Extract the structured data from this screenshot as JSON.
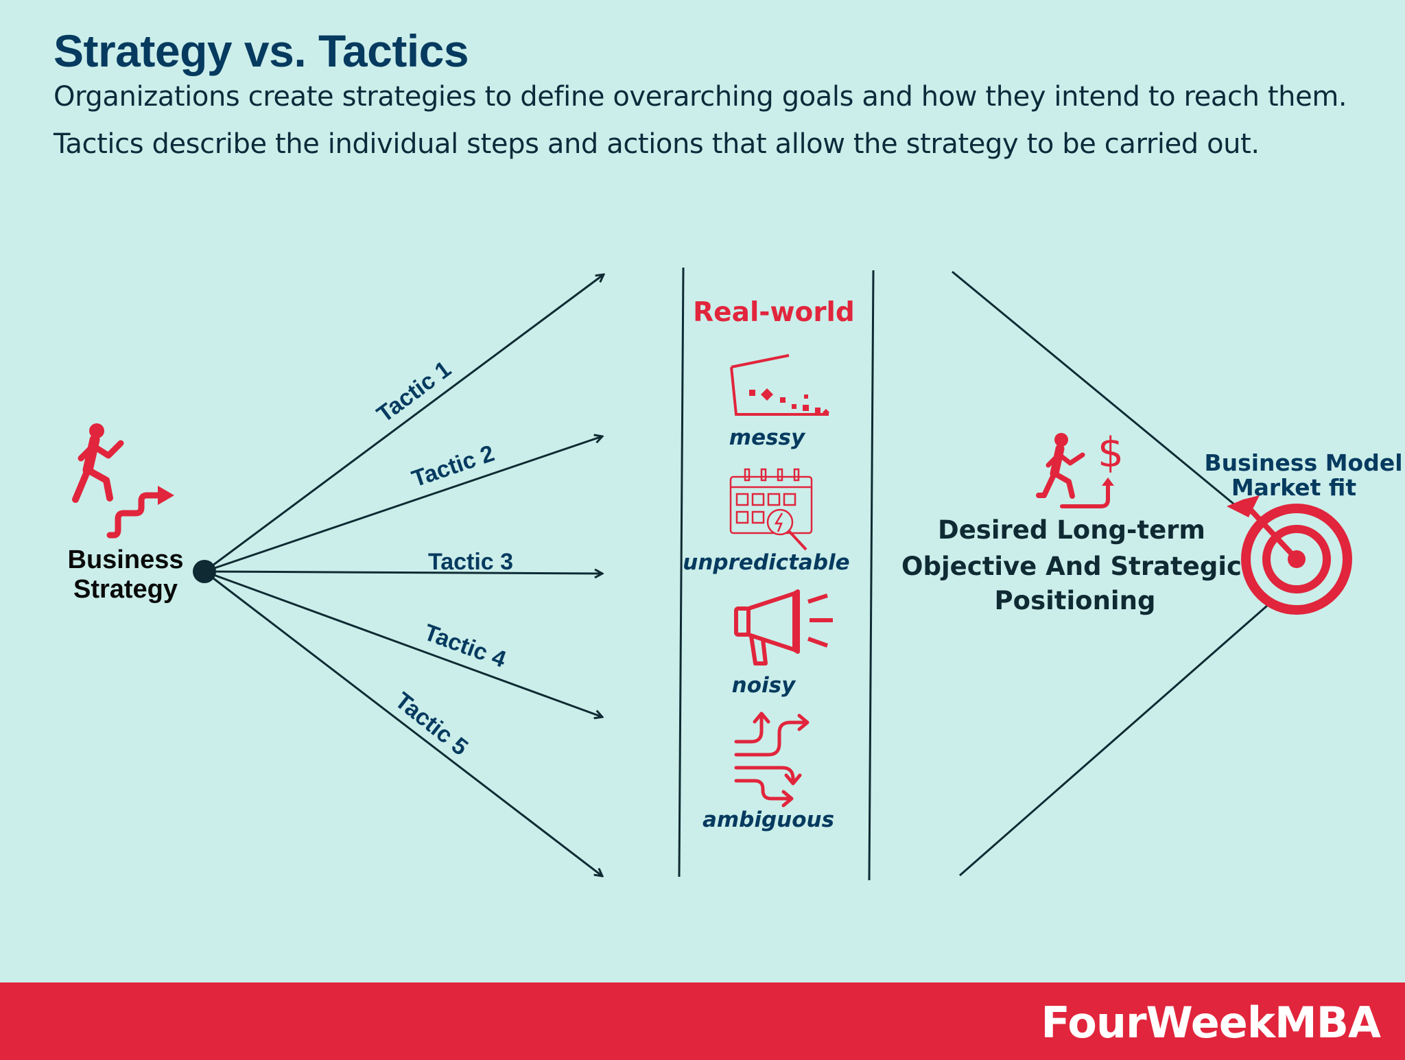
{
  "header": {
    "title": "Strategy vs. Tactics",
    "subtitle_line1": "Organizations create strategies to define overarching goals and how they intend to reach them.",
    "subtitle_line2": "Tactics describe the individual steps and actions that allow the strategy to be carried out."
  },
  "left": {
    "label_line1": "Business",
    "label_line2": "Strategy",
    "icon": "running-person-stairs-icon"
  },
  "tactics": [
    {
      "label": "Tactic 1"
    },
    {
      "label": "Tactic 2"
    },
    {
      "label": "Tactic 3"
    },
    {
      "label": "Tactic 4"
    },
    {
      "label": "Tactic 5"
    }
  ],
  "real_world": {
    "heading": "Real-world",
    "items": [
      {
        "label": "messy",
        "icon": "scatter-chart-icon"
      },
      {
        "label": "unpredictable",
        "icon": "calendar-search-icon"
      },
      {
        "label": "noisy",
        "icon": "megaphone-icon"
      },
      {
        "label": "ambiguous",
        "icon": "tangled-arrows-icon"
      }
    ]
  },
  "objective": {
    "line1": "Desired Long-term",
    "line2": "Objective And Strategic",
    "line3": "Positioning",
    "icon": "person-dollar-icon"
  },
  "target": {
    "line1": "Business Model",
    "line2": "Market fit",
    "icon": "target-arrow-icon"
  },
  "footer": {
    "brand": "FourWeekMBA"
  },
  "colors": {
    "background": "#cbeeea",
    "accent": "#e1253c",
    "navy": "#063a5f",
    "line": "#0f2a33"
  }
}
